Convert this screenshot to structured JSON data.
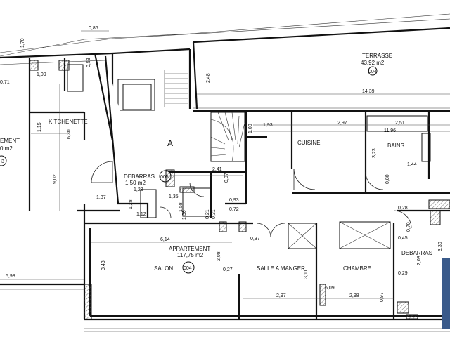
{
  "rooms": {
    "terrasse": {
      "name": "TERRASSE",
      "area": "43,92 m2",
      "code": "004"
    },
    "kitchenette": {
      "name": "KITCHENETTE"
    },
    "appartement_left": {
      "name": "EMENT",
      "area": "0 m2",
      "code": "3"
    },
    "zone_a": {
      "name": "A"
    },
    "debarras_1": {
      "name": "DEBARRAS",
      "area": "1,50 m2",
      "code": "005"
    },
    "cuisine": {
      "name": "CUISINE"
    },
    "bains": {
      "name": "BAINS"
    },
    "appartement": {
      "name": "APPARTEMENT",
      "area": "117,75 m2",
      "code": "004"
    },
    "salon": {
      "name": "SALON"
    },
    "salle_a_manger": {
      "name": "SALLE A MANGER"
    },
    "chambre": {
      "name": "CHAMBRE"
    },
    "debarras_2": {
      "name": "DEBARRAS"
    }
  },
  "dimensions": {
    "d_086": "0,86",
    "d_170": "1,70",
    "d_109": "1,09",
    "d_071": "0,71",
    "d_053": "0,53",
    "d_248": "2,48",
    "d_1439": "14,39",
    "d_115": "1,15",
    "d_630": "6,30",
    "d_193": "1,93",
    "d_297_top": "2,97",
    "d_251": "2,51",
    "d_1196": "11,96",
    "d_100": "1,00",
    "d_323": "3,23",
    "d_144": "1,44",
    "d_080": "0,80",
    "d_241": "2,41",
    "d_007": "0,07",
    "d_123": "1,23",
    "d_135": "1,35",
    "d_093": "0,93",
    "d_072": "0,72",
    "d_902": "9,02",
    "d_137": "1,37",
    "d_128": "1,28",
    "d_112": "1,12",
    "d_158": "1,58",
    "d_136": "1,36",
    "d_021": "0,21",
    "d_031": "0,31",
    "d_037": "0,37",
    "d_614": "6,14",
    "d_208_mid": "2,08",
    "d_027": "0,27",
    "d_343": "3,43",
    "d_311": "3,11",
    "d_609": "6,09",
    "d_297_bottom": "2,97",
    "d_298": "2,98",
    "d_097": "0,97",
    "d_598": "5,98",
    "d_028": "0,28",
    "d_070": "0,70",
    "d_045": "0,45",
    "d_330": "3,30",
    "d_208_right": "2,08",
    "d_029": "0,29"
  },
  "colors": {
    "ink": "#111111",
    "paper": "#ffffff",
    "accent_block": "#3a5a8a"
  }
}
